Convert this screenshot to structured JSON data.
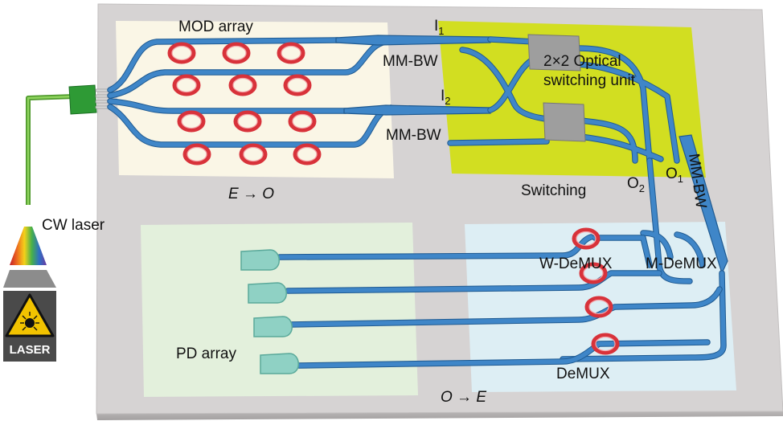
{
  "diagram": {
    "labels": {
      "mod_array": "MOD array",
      "mm_bw_top": "MM-BW",
      "mm_bw_mid": "MM-BW",
      "mm_bw_right": "MM-BW",
      "i1": "I",
      "i1_sub": "1",
      "i2": "I",
      "i2_sub": "2",
      "switch_unit": "2×2 Optical\nswitching unit",
      "switching": "Switching",
      "o1": "O",
      "o1_sub": "1",
      "o2": "O",
      "o2_sub": "2",
      "e_to_o": "E → O",
      "cw_laser": "CW laser",
      "laser_label": "LASER",
      "w_demux": "W-DeMUX",
      "m_demux": "M-DeMUX",
      "demux": "DeMUX",
      "pd_array": "PD array",
      "o_to_e": "O → E"
    },
    "colors": {
      "chip": "#d6d3d3",
      "mod_region": "#faf6e6",
      "switch_region": "#d2de21",
      "pd_region": "#e3f0dc",
      "demux_region": "#ddeef4",
      "waveguide": "#3f86c8",
      "ring": "#d8323a",
      "photodetector": "#8fd1c4",
      "fiber": "#6cbf3c",
      "laser_sign": "#f2c300"
    },
    "icons": [
      "laser-hazard-icon",
      "rainbow-beam-icon"
    ]
  }
}
